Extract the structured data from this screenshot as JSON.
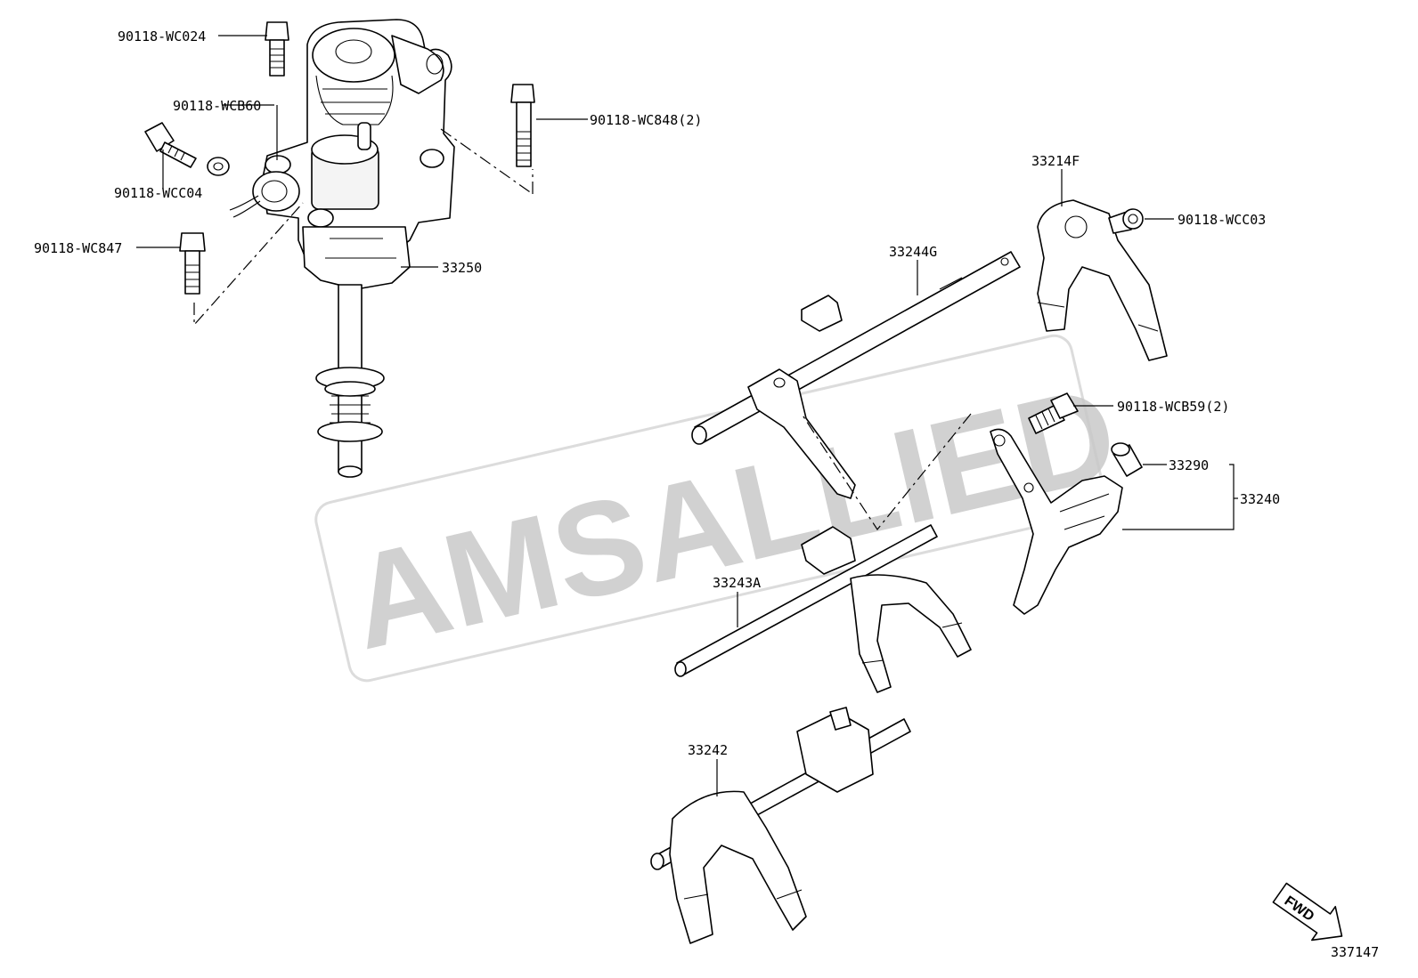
{
  "watermark": "AMSALLIED",
  "diagram_id": "337147",
  "fwd_label": "FWD",
  "labels": {
    "p1": "90118-WC024",
    "p2": "90118-WCB60",
    "p3": "90118-WC848(2)",
    "p4": "90118-WCC04",
    "p5": "90118-WC847",
    "p6": "33250",
    "p7": "33214F",
    "p8": "90118-WCC03",
    "p9": "33244G",
    "p10": "90118-WCB59(2)",
    "p11": "33290",
    "p12": "33240",
    "p13": "33243A",
    "p14": "33242"
  }
}
